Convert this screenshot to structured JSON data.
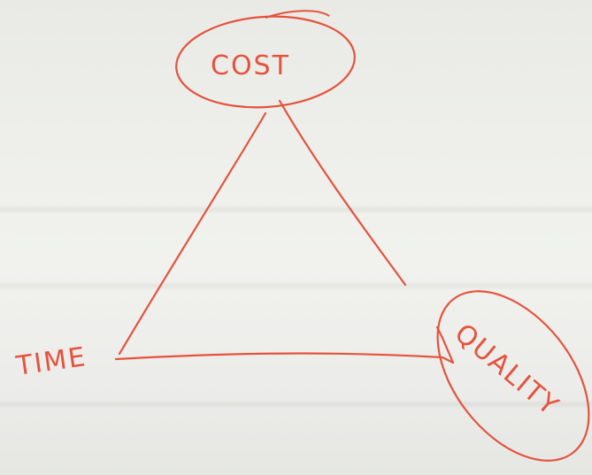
{
  "whiteboard": {
    "labels": {
      "cost": "COST",
      "time": "TIME",
      "quality": "QUALITY"
    },
    "ink_color": "#e5533d",
    "paper_color": "#eeefeb"
  }
}
